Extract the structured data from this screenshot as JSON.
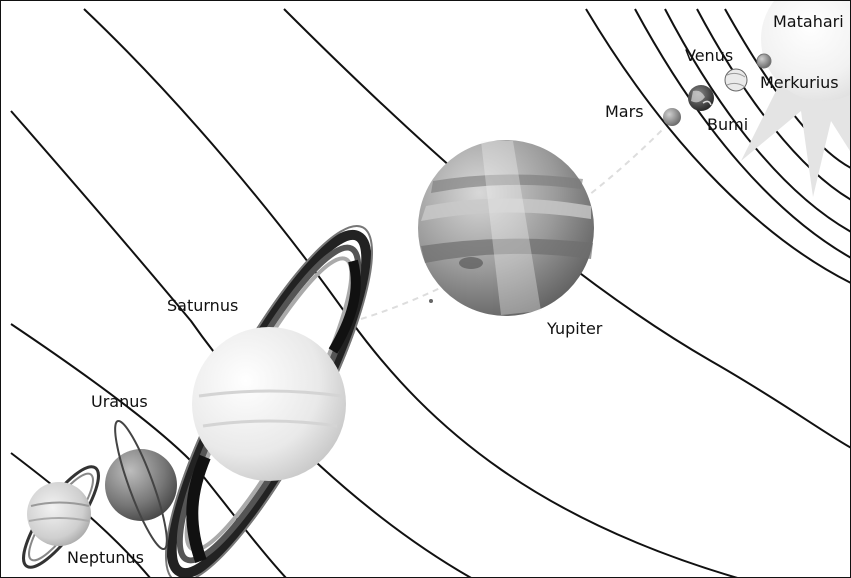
{
  "diagram": {
    "labels": {
      "sun": "Matahari",
      "venus": "Venus",
      "mercury": "Merkurius",
      "mars": "Mars",
      "earth": "Bumi",
      "jupiter": "Yupiter",
      "saturn": "Saturnus",
      "uranus": "Uranus",
      "neptune": "Neptunus"
    },
    "style": "grayscale"
  }
}
